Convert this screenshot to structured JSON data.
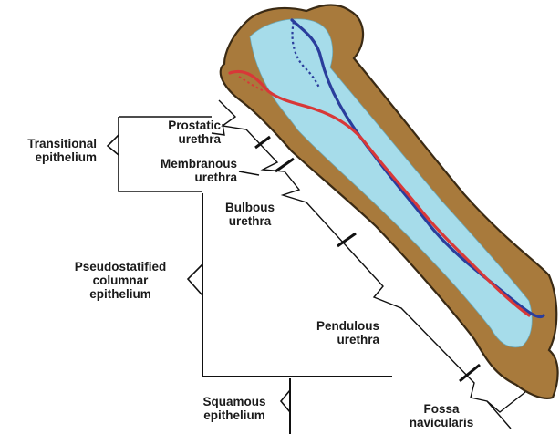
{
  "labels": {
    "transitional_epithelium": "Transitional\nepithelium",
    "prostatic_urethra": "Prostatic\nurethra",
    "membranous_urethra": "Membranous\nurethra",
    "bulbous_urethra": "Bulbous\nurethra",
    "pseudostratified_epithelium": "Pseudostatified\ncolumnar\nepithelium",
    "pendulous_urethra": "Pendulous\nurethra",
    "squamous_epithelium": "Squamous\nepithelium",
    "fossa_navicularis": "Fossa\nnavicularis"
  },
  "colors": {
    "tissue": "#a87a3c",
    "tissue_outline": "#3a2a14",
    "lumen": "#a6dcea",
    "vein": "#2a3d9c",
    "artery": "#d83838",
    "lines": "#111111"
  }
}
